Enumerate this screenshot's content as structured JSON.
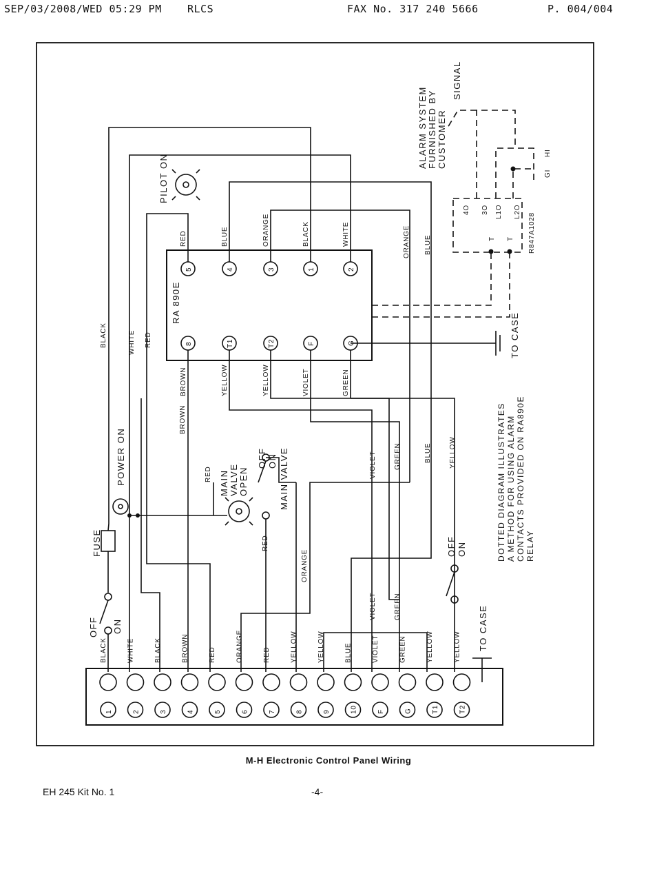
{
  "fax_header": {
    "datetime": "SEP/03/2008/WED 05:29 PM",
    "sender": "RLCS",
    "fax_number": "FAX No. 317 240 5666",
    "page": "P. 004/004"
  },
  "caption": "M-H Electronic Control Panel Wiring",
  "footer": {
    "kit": "EH 245 Kit No. 1",
    "page_number": "-4-"
  },
  "labels": {
    "relay": "RA 890E",
    "pilot": "PILOT ON",
    "power": "POWER ON",
    "fuse": "FUSE",
    "main_valve_open": [
      "MAIN",
      "VALVE",
      "OPEN"
    ],
    "main_valve": "MAIN VALVE",
    "off": "OFF",
    "on": "ON",
    "to_case": "TO CASE",
    "alarm": [
      "ALARM SYSTEM",
      "FURNISHED BY",
      "CUSTOMER"
    ],
    "signal": "SIGNAL",
    "alarm_relay": "R847A1028",
    "gi": "GI",
    "hi": "HI",
    "note": [
      "DOTTED DIAGRAM ILLUSTRATES",
      "A METHOD FOR USING ALARM",
      "CONTACTS PROVIDED ON RA890E",
      "RELAY"
    ]
  },
  "relay_top_terminals": [
    {
      "id": "5",
      "wire": "RED"
    },
    {
      "id": "4",
      "wire": "BLUE"
    },
    {
      "id": "3",
      "wire": "ORANGE"
    },
    {
      "id": "1",
      "wire": "BLACK"
    },
    {
      "id": "2",
      "wire": "WHITE"
    }
  ],
  "relay_bottom_terminals": [
    {
      "id": "8",
      "wire": "BROWN"
    },
    {
      "id": "T1",
      "wire": "YELLOW"
    },
    {
      "id": "T2",
      "wire": "YELLOW"
    },
    {
      "id": "F",
      "wire": "VIOLET"
    },
    {
      "id": "G",
      "wire": "GREEN"
    }
  ],
  "strip_terminals": [
    {
      "id": "1",
      "wire": "BLACK"
    },
    {
      "id": "2",
      "wire": "WHITE"
    },
    {
      "id": "3",
      "wire": "BLACK"
    },
    {
      "id": "4",
      "wire": "BROWN"
    },
    {
      "id": "5",
      "wire": "RED"
    },
    {
      "id": "6",
      "wire": "ORANGE"
    },
    {
      "id": "7",
      "wire": "RED"
    },
    {
      "id": "8",
      "wire": "YELLOW"
    },
    {
      "id": "9",
      "wire": "YELLOW"
    },
    {
      "id": "10",
      "wire": "BLUE"
    },
    {
      "id": "F",
      "wire": "VIOLET"
    },
    {
      "id": "G",
      "wire": "GREEN"
    },
    {
      "id": "T1",
      "wire": "YELLOW"
    },
    {
      "id": "T2",
      "wire": "YELLOW"
    }
  ],
  "wire_labels": {
    "black": "BLACK",
    "white": "WHITE",
    "red": "RED",
    "blue": "BLUE",
    "orange": "ORANGE",
    "brown": "BROWN",
    "yellow": "YELLOW",
    "violet": "VIOLET",
    "green": "GREEN"
  },
  "alarm_terminals": [
    "4O",
    "3O",
    "L1O",
    "L2O",
    "T",
    "T"
  ]
}
